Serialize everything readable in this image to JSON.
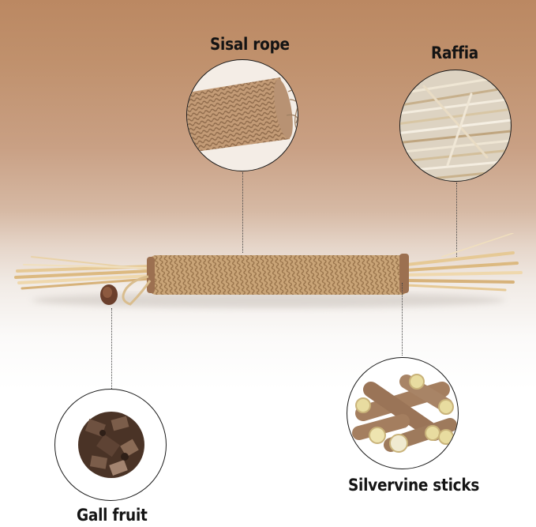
{
  "labels": {
    "sisal": "Sisal rope",
    "raffia": "Raffia",
    "gall": "Gall fruit",
    "silvervine": "Silvervine sticks"
  },
  "components": [
    {
      "name": "Sisal rope",
      "position": "top-center"
    },
    {
      "name": "Raffia",
      "position": "top-right"
    },
    {
      "name": "Gall fruit",
      "position": "bottom-left"
    },
    {
      "name": "Silvervine sticks",
      "position": "bottom-right"
    }
  ],
  "colors": {
    "background_top": "#bb8862",
    "background_bottom": "#ffffff",
    "rope": "#c49a6c",
    "raffia": "#e8cfa0",
    "gall": "#5a3a2a",
    "silvervine_bark": "#a47e5f",
    "silvervine_core": "#e8dca0"
  }
}
